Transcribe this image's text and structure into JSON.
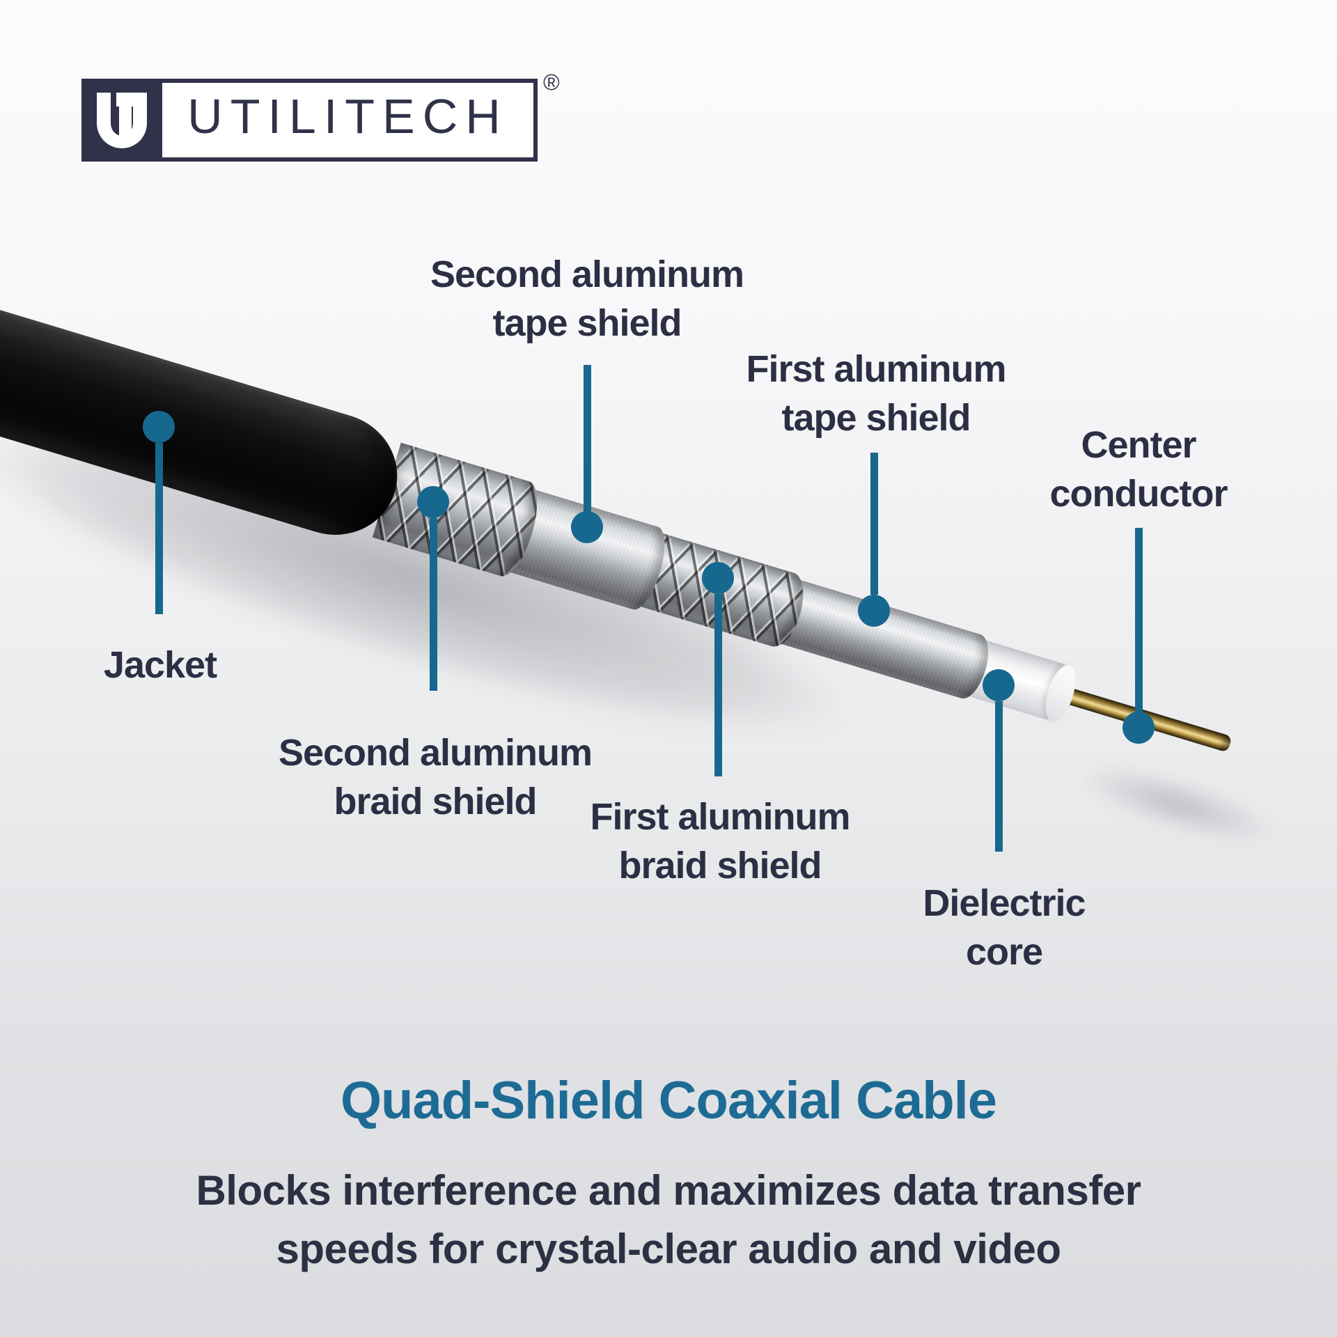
{
  "brand": {
    "name": "UTILITECH",
    "registered_mark": "®",
    "color": "#2F3248"
  },
  "accent_color": "#17688F",
  "label_color": "#2C2F44",
  "callouts": {
    "second_tape_shield": {
      "line1": "Second aluminum",
      "line2": "tape shield"
    },
    "first_tape_shield": {
      "line1": "First aluminum",
      "line2": "tape shield"
    },
    "center_conductor": {
      "line1": "Center",
      "line2": "conductor"
    },
    "jacket": {
      "line1": "Jacket",
      "line2": ""
    },
    "second_braid_shield": {
      "line1": "Second aluminum",
      "line2": "braid shield"
    },
    "first_braid_shield": {
      "line1": "First aluminum",
      "line2": "braid shield"
    },
    "dielectric_core": {
      "line1": "Dielectric",
      "line2": "core"
    }
  },
  "footer": {
    "title": "Quad-Shield Coaxial Cable",
    "title_color": "#1D6B94",
    "description_line1": "Blocks interference and maximizes data transfer",
    "description_line2": "speeds for crystal-clear audio and video",
    "description_color": "#2D3043"
  }
}
